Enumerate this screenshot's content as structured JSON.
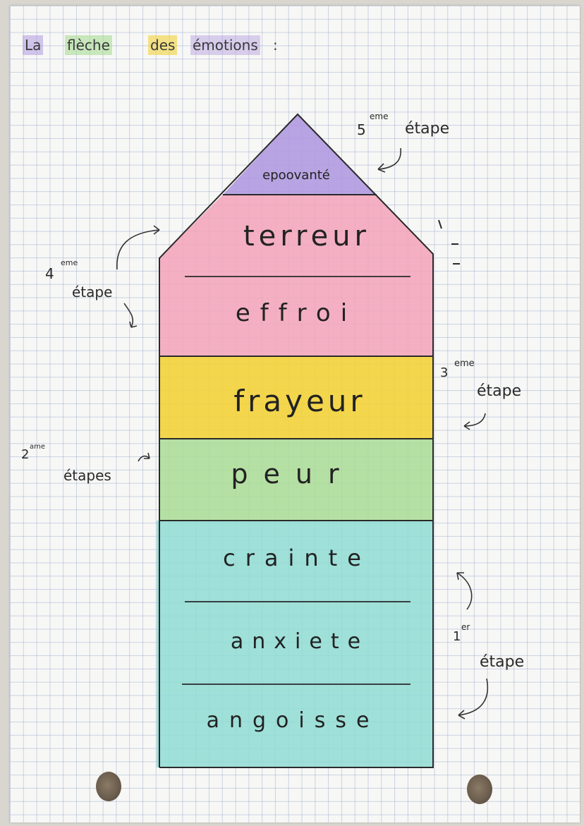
{
  "title": {
    "words": [
      "La",
      "flèche",
      "des",
      "émotions",
      ":"
    ]
  },
  "colors": {
    "violet": "#b09ae0",
    "pink": "#f3a3b8",
    "yellow": "#f2d23a",
    "green": "#a9dc95",
    "teal": "#8fdcd4",
    "ink": "#222222"
  },
  "arrow": {
    "tip": "epoovanté",
    "bands": [
      {
        "color": "pink",
        "words": [
          "terreur",
          "effroi"
        ]
      },
      {
        "color": "yellow",
        "words": [
          "frayeur"
        ]
      },
      {
        "color": "green",
        "words": [
          "peur"
        ]
      },
      {
        "color": "teal",
        "words": [
          "crainte",
          "anxiete",
          "angoisse"
        ]
      }
    ]
  },
  "annotations": {
    "step5": {
      "num": "5",
      "sup": "eme",
      "word": "étape"
    },
    "step4": {
      "num": "4",
      "sup": "eme",
      "word": "étape"
    },
    "step3": {
      "num": "3",
      "sup": "eme",
      "word": "étape"
    },
    "step2": {
      "num": "2",
      "sup": "ame",
      "word": "étapes"
    },
    "step1": {
      "num": "1",
      "sup": "er",
      "word": "étape"
    },
    "side_mark": "/ - -"
  }
}
